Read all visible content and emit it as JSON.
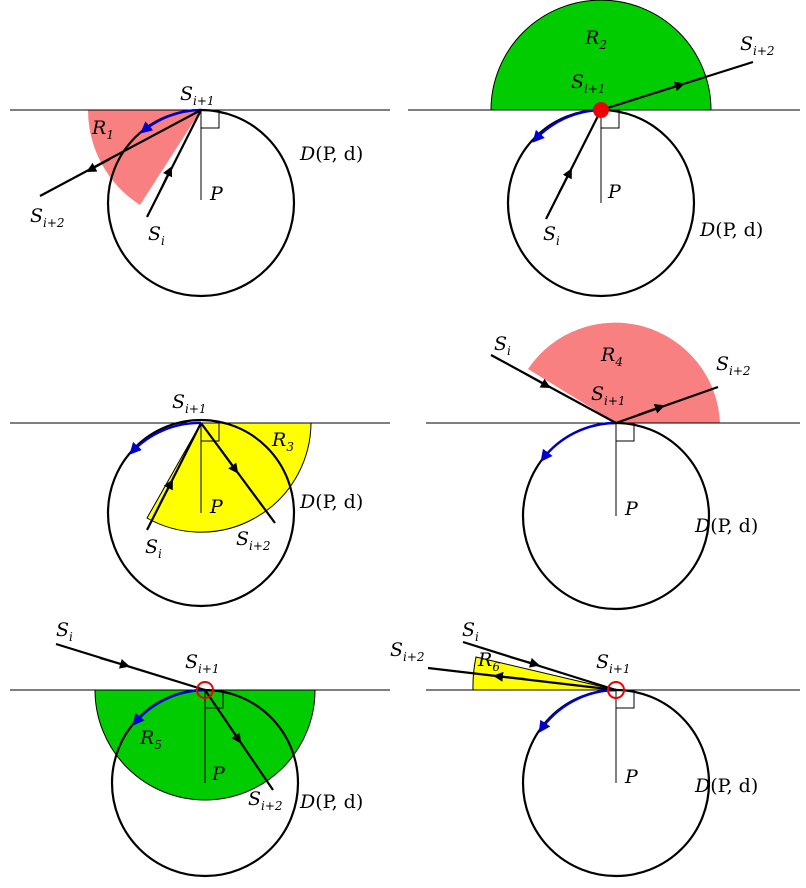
{
  "labels": {
    "s_i": "S",
    "s_i_sub": "i",
    "s_next": "S",
    "s_next_sub": "i+1",
    "s_next2": "S",
    "s_next2_sub": "i+2",
    "p": "P",
    "disk_d": "D",
    "disk_args": "(P, d)",
    "r": "R",
    "r1_sub": "1",
    "r2_sub": "2",
    "r3_sub": "3",
    "r4_sub": "4",
    "r5_sub": "5",
    "r6_sub": "6"
  },
  "colors": {
    "red_region": "#f88080",
    "green_region": "#00cc00",
    "yellow_region": "#ffff00",
    "arc_blue": "#0000cc",
    "marker_red": "#ee0000",
    "ink": "#000000"
  }
}
